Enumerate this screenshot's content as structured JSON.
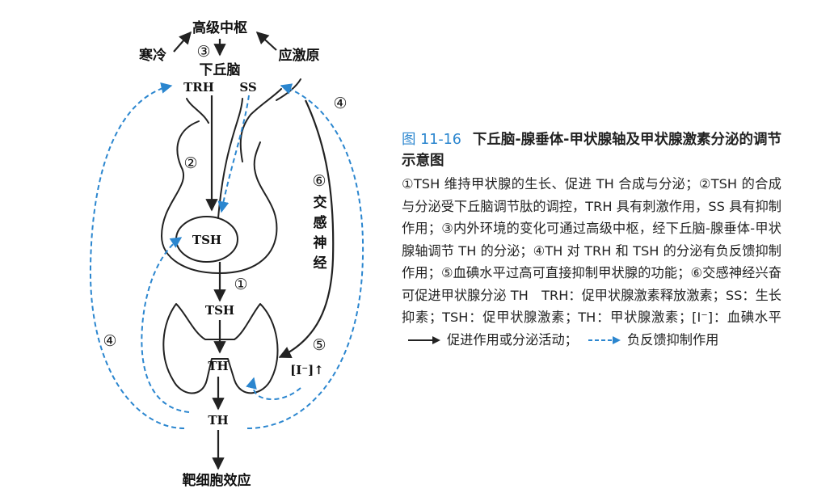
{
  "diagram": {
    "top_center": "高级中枢",
    "left_stimulus": "寒冷",
    "right_stimulus": "应激原",
    "hypothalamus": "下丘脑",
    "trh": "TRH",
    "ss": "SS",
    "tsh_pituitary": "TSH",
    "tsh_arrow": "TSH",
    "th_gland": "TH",
    "th_blood": "TH",
    "target": "靶细胞效应",
    "iodide": "[I⁻]↑",
    "sympathetic": [
      "交",
      "感",
      "神",
      "经"
    ],
    "markers": {
      "m1": "①",
      "m2": "②",
      "m3": "③",
      "m4_left": "④",
      "m4_right": "④",
      "m5": "⑤",
      "m6": "⑥"
    }
  },
  "caption": {
    "figure_number": "图 11-16",
    "title": "下丘脑-腺垂体-甲状腺轴及甲状腺激素分泌的调节示意图",
    "description_before_legend": "①TSH 维持甲状腺的生长、促进 TH 合成与分泌；②TSH 的合成与分泌受下丘脑调节肽的调控，TRH 具有刺激作用，SS 具有抑制作用；③内外环境的变化可通过高级中枢，经下丘脑-腺垂体-甲状腺轴调节 TH 的分泌；④TH 对 TRH 和 TSH 的分泌有负反馈抑制作用；⑤血碘水平过高可直接抑制甲状腺的功能；⑥交感神经兴奋可促进甲状腺分泌 TH　TRH：促甲状腺激素释放激素；SS：生长抑素；TSH：促甲状腺激素；TH：甲状腺激素；[I⁻]：血碘水平",
    "legend_solid": "促进作用或分泌活动；",
    "legend_dashed": "负反馈抑制作用"
  },
  "colors": {
    "accent_blue": "#2b86cf",
    "line_black": "#222222"
  },
  "icons": {
    "solid_arrow": "solid-arrow-icon",
    "dashed_arrow": "dashed-arrow-icon"
  }
}
